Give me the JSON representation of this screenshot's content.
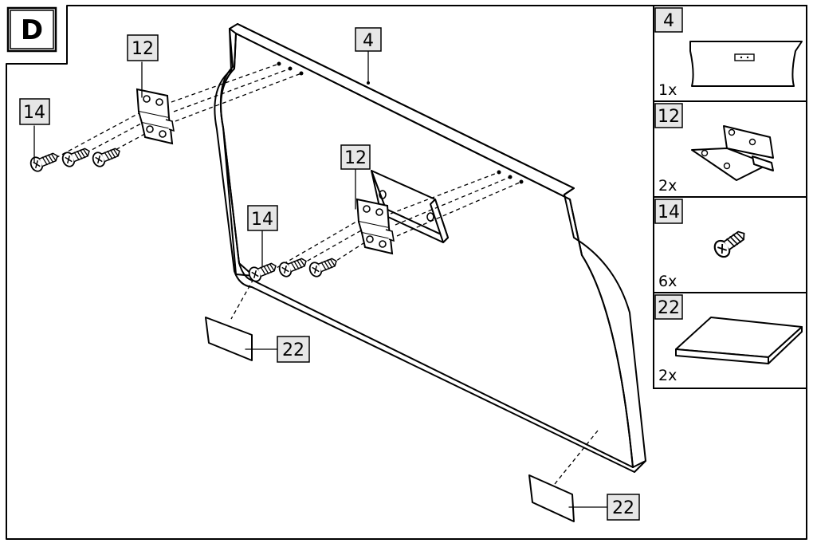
{
  "step": {
    "letter": "D"
  },
  "callouts": {
    "board": "4",
    "hinge_top": "12",
    "hinge_mid": "12",
    "screw_left": "14",
    "screw_mid": "14",
    "pad_left": "22",
    "pad_bottom": "22"
  },
  "parts_list": [
    {
      "number": "4",
      "quantity": "1x",
      "icon": "panel-icon"
    },
    {
      "number": "12",
      "quantity": "2x",
      "icon": "hinge-icon"
    },
    {
      "number": "14",
      "quantity": "6x",
      "icon": "screw-icon"
    },
    {
      "number": "22",
      "quantity": "2x",
      "icon": "felt-pad-icon"
    }
  ]
}
